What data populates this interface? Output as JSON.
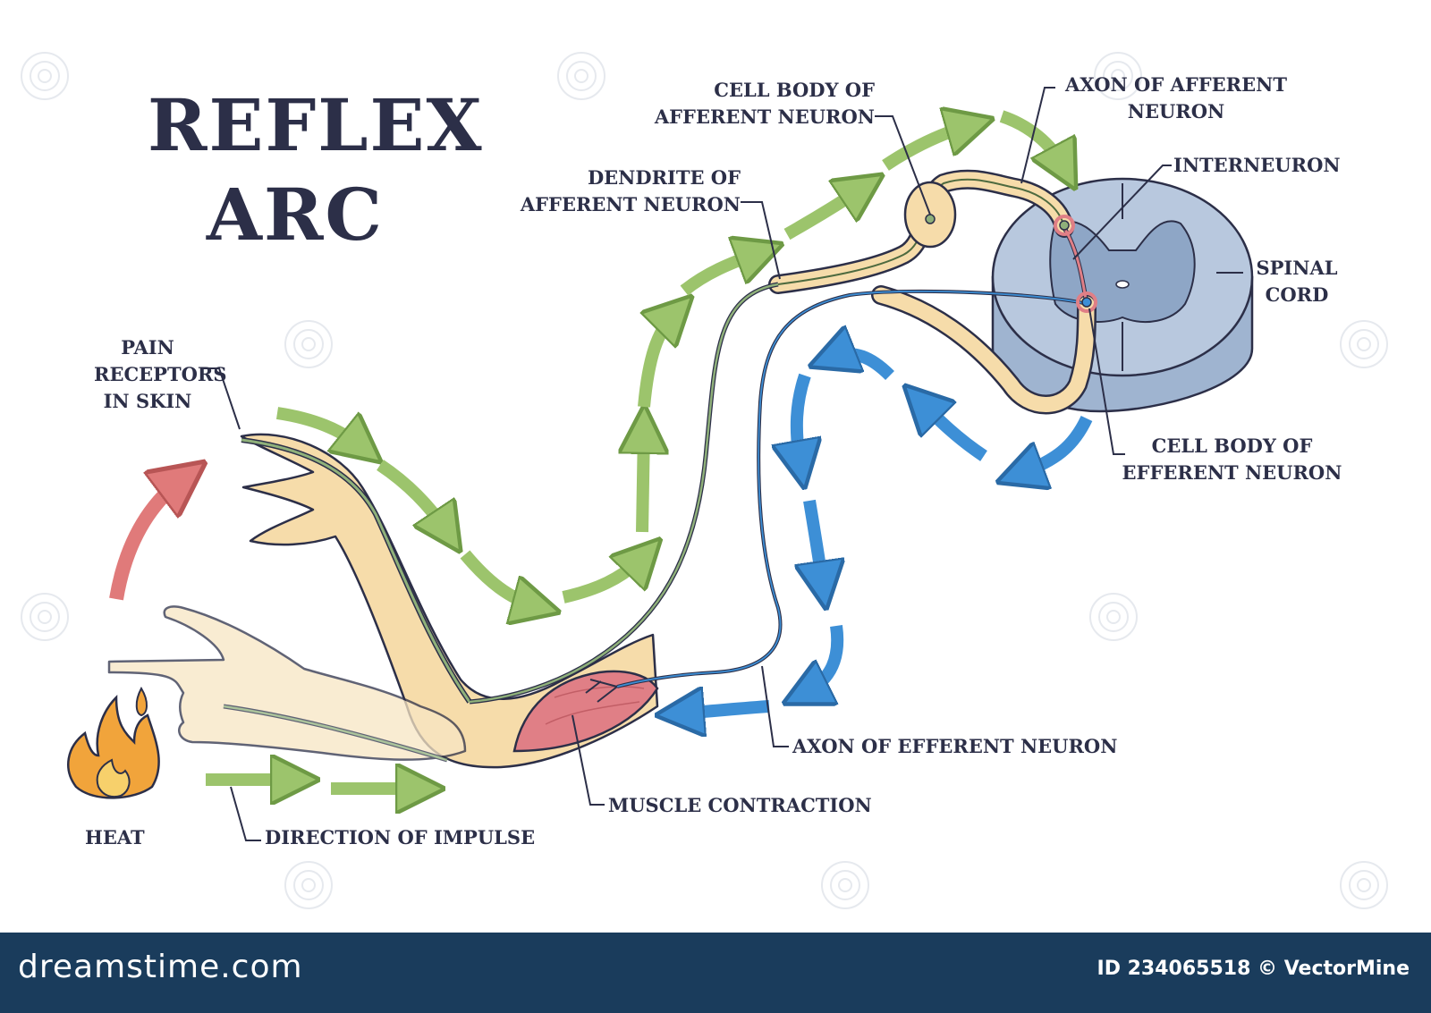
{
  "title": {
    "line1": "REFLEX",
    "line2": "ARC"
  },
  "labels": {
    "pain_receptors": [
      "PAIN",
      "RECEPTORS",
      "IN SKIN"
    ],
    "dendrite_afferent": [
      "DENDRITE OF",
      "AFFERENT NEURON"
    ],
    "cell_body_afferent": [
      "CELL BODY OF",
      "AFFERENT NEURON"
    ],
    "axon_afferent": [
      "AXON OF AFFERENT",
      "NEURON"
    ],
    "interneuron": "INTERNEURON",
    "spinal_cord": [
      "SPINAL",
      "CORD"
    ],
    "cell_body_efferent": [
      "CELL BODY OF",
      "EFFERENT NEURON"
    ],
    "axon_efferent": "AXON OF EFFERENT NEURON",
    "muscle_contraction": "MUSCLE CONTRACTION",
    "direction_of_impulse": "DIRECTION OF IMPULSE",
    "heat": "HEAT"
  },
  "footer": {
    "brand": "dreamstime.com",
    "stock_id": "ID 234065518 © VectorMine"
  },
  "colors": {
    "afferent_arrows": "#9cc46c",
    "efferent_arrows": "#3d8fd6",
    "withdrawal_arrow": "#e07a7a",
    "skin": "#f6dcaa",
    "spinal_cord": "#b8c8de",
    "muscle": "#e07f86",
    "footer": "#1a3c5c",
    "text": "#2c2f48"
  },
  "icons": [
    "flame-icon",
    "drop-icon",
    "watermark-spiral-icon"
  ]
}
